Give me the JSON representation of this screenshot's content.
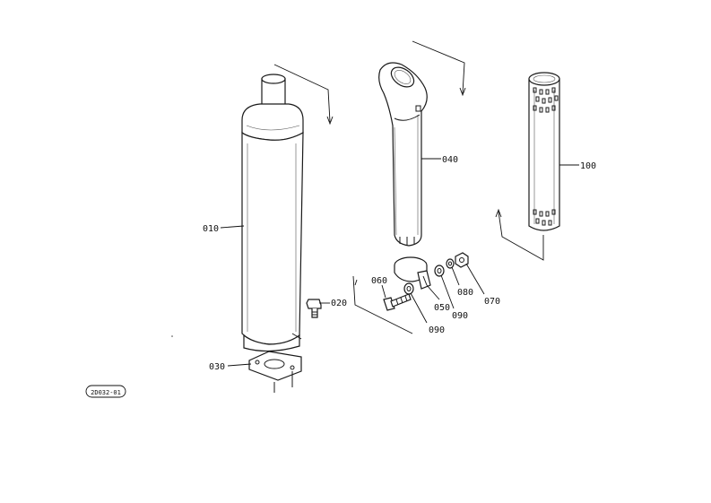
{
  "parts": {
    "muffler": "010",
    "bolt_small": "020",
    "gasket": "030",
    "exhaust_pipe": "040",
    "clamp": "050",
    "bolt": "060",
    "nut": "070",
    "washer_spring": "080",
    "washer_plain_upper": "090",
    "washer_plain_lower": "090",
    "guard": "100"
  },
  "drawing_code": "2D032-01"
}
